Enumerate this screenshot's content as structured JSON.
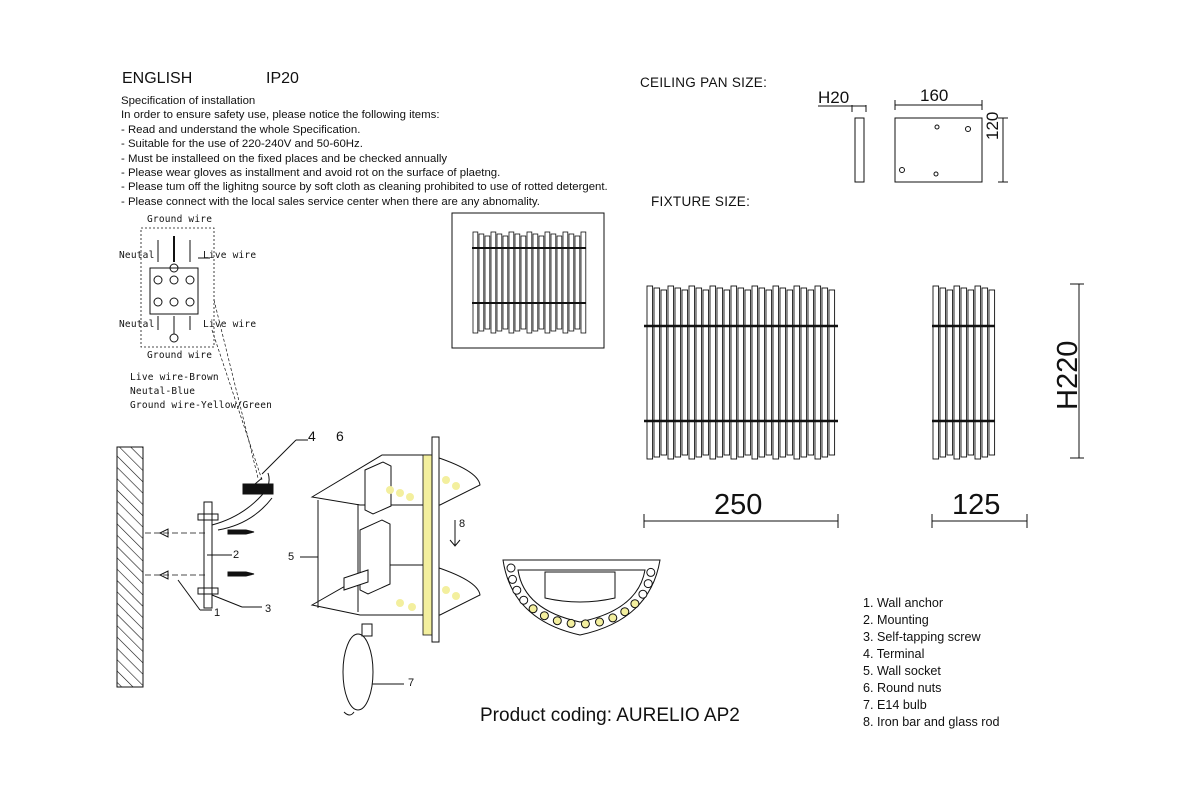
{
  "header": {
    "language": "ENGLISH",
    "ip_rating": "IP20",
    "ceiling_pan_title": "CEILING PAN  SIZE:",
    "fixture_title": "FIXTURE SIZE:"
  },
  "spec": {
    "title": "Specification of installation",
    "intro": "In order to ensure safety use, please notice the following items:",
    "items": [
      "- Read and understand the whole Specification.",
      "- Suitable for the use of 220-240V and 50-60Hz.",
      "- Must be installeed on the fixed places and be checked annually",
      "- Please wear gloves as installment and avoid rot on the surface of plaetng.",
      "- Please tum off the lighitng source by soft cloth as cleaning prohibited to use of rotted detergent.",
      "- Please connect with the local sales service center when there are any abnomality."
    ]
  },
  "wiring": {
    "ground_top": "Ground wire",
    "neutal_top": "Neutal",
    "live_top": "Live wire",
    "neutal_bottom": "Neutal",
    "live_bottom": "Live wire",
    "ground_bottom": "Ground wire",
    "color_live": "Live wire-Brown",
    "color_neutal": "Neutal-Blue",
    "color_ground": "Ground wire-Yellow/Green"
  },
  "dimensions": {
    "pan_depth": "H20",
    "pan_width": "160",
    "pan_height": "120",
    "fixture_width": "250",
    "fixture_depth": "125",
    "fixture_height": "H220"
  },
  "callouts": [
    "1",
    "2",
    "3",
    "4",
    "5",
    "6",
    "7",
    "8"
  ],
  "legend": [
    "1. Wall anchor",
    "2. Mounting",
    "3. Self-tapping screw",
    "4. Terminal",
    "5. Wall socket",
    "6. Round nuts",
    "7. E14 bulb",
    "8. Iron bar and glass rod"
  ],
  "product_coding": "Product coding: AURELIO AP2",
  "colors": {
    "line": "#111111",
    "highlight": "#f3ef9e"
  }
}
